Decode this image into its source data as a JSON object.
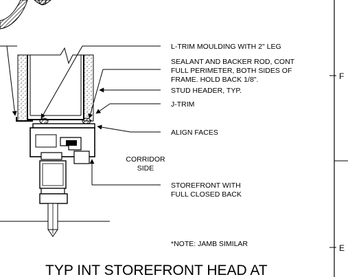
{
  "drawing": {
    "callouts": [
      {
        "lines": [
          "L-TRIM MOULDING WITH 2\" LEG"
        ]
      },
      {
        "lines": [
          "SEALANT AND BACKER ROD, CONT",
          "FULL PERIMETER, BOTH SIDES OF",
          "FRAME. HOLD BACK 1/8\"."
        ]
      },
      {
        "lines": [
          "STUD HEADER, TYP."
        ]
      },
      {
        "lines": [
          "J-TRIM"
        ]
      },
      {
        "lines": [
          "ALIGN FACES"
        ]
      },
      {
        "lines": [
          "STOREFRONT WITH",
          "FULL CLOSED BACK"
        ]
      }
    ],
    "room_label": [
      "CORRIDOR",
      "SIDE"
    ],
    "note": "*NOTE: JAMB SIMILAR",
    "title": "TYP INT STOREFRONT HEAD AT"
  },
  "border": {
    "grid_refs": [
      "F",
      "E"
    ]
  },
  "colors": {
    "line": "#000000",
    "background": "#ffffff",
    "hatch": "#000000"
  }
}
